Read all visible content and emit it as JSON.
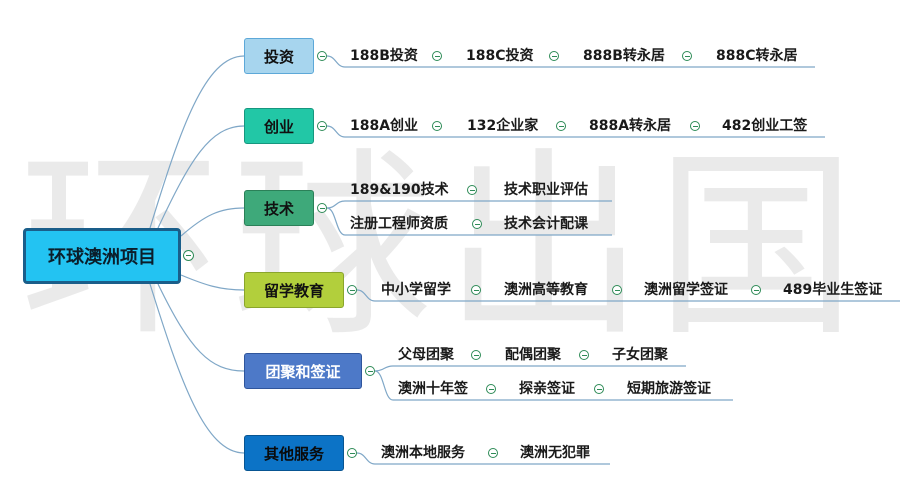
{
  "watermark": "环球出国",
  "root": {
    "label": "环球澳洲项目"
  },
  "branches": {
    "invest": {
      "label": "投资",
      "items": [
        "188B投资",
        "188C投资",
        "888B转永居",
        "888C转永居"
      ]
    },
    "startup": {
      "label": "创业",
      "items": [
        "188A创业",
        "132企业家",
        "888A转永居",
        "482创业工签"
      ]
    },
    "tech": {
      "label": "技术",
      "row1": [
        "189&190技术",
        "技术职业评估"
      ],
      "row2": [
        "注册工程师资质",
        "技术会计配课"
      ]
    },
    "edu": {
      "label": "留学教育",
      "items": [
        "中小学留学",
        "澳洲高等教育",
        "澳洲留学签证",
        "489毕业生签证"
      ]
    },
    "family": {
      "label": "团聚和签证",
      "row1": [
        "父母团聚",
        "配偶团聚",
        "子女团聚"
      ],
      "row2": [
        "澳洲十年签",
        "探亲签证",
        "短期旅游签证"
      ]
    },
    "other": {
      "label": "其他服务",
      "items": [
        "澳洲本地服务",
        "澳洲无犯罪"
      ]
    }
  },
  "colors": {
    "root_fill": "#23c3f2",
    "invest": "#a7d5ee",
    "startup": "#22c7a6",
    "tech": "#3ea97a",
    "edu": "#b2cf3c",
    "family": "#4d79c8",
    "other": "#0c73c6",
    "connector": "#7fa7c7",
    "collapse_icon": "#2e8b57"
  },
  "icons": {
    "collapse": "minus-circle-icon"
  }
}
